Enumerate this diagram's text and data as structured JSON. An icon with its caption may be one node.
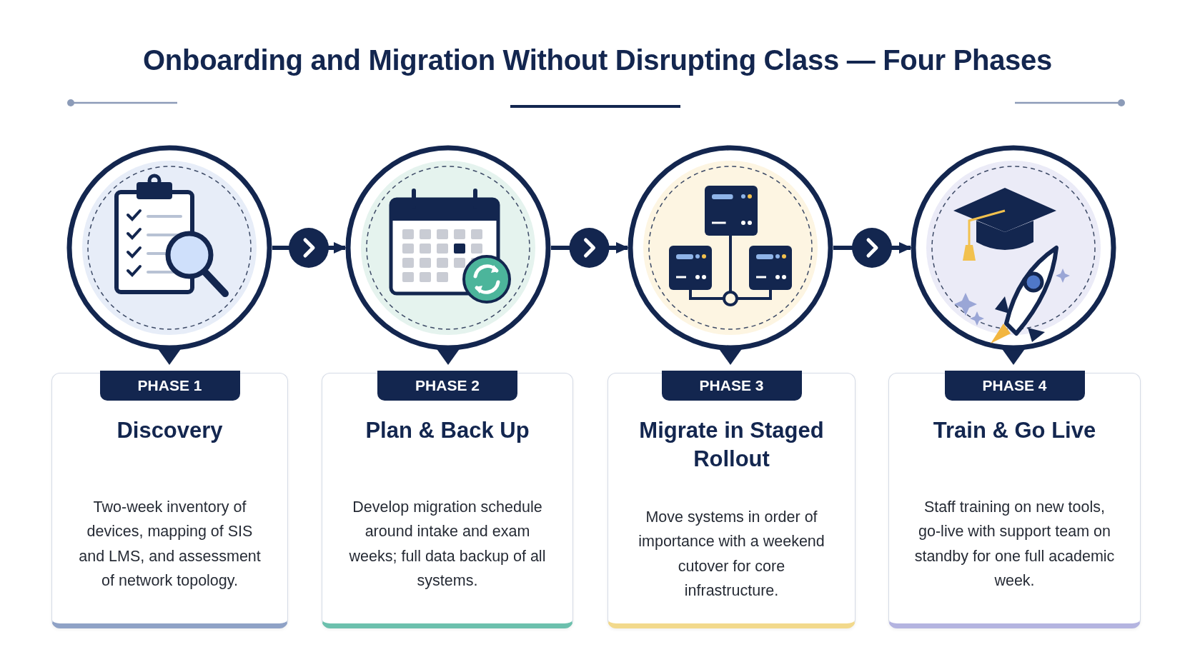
{
  "diagram": {
    "title": "Onboarding and Migration Without Disrupting Class — Four Phases",
    "nodes": [
      {
        "text": [],
        "shape": "circle"
      },
      {
        "text": [],
        "shape": "circle"
      },
      {
        "text": [],
        "shape": "circle"
      },
      {
        "text": [],
        "shape": "circle"
      },
      {
        "text": [
          "PHASE 1",
          "Discovery",
          "Two-week inventory of devices, mapping of SIS and LMS, and assessment of network topology."
        ]
      },
      {
        "text": [
          "PHASE 2",
          "Plan & Back Up",
          "Develop migration schedule around intake and exam weeks; full data backup of all systems."
        ]
      },
      {
        "text": [
          "PHASE 3",
          "Migrate in Staged Rollout",
          "Move systems in order of importance with a weekend cutover for core infrastructure."
        ]
      },
      {
        "text": [
          "PHASE 4",
          "Train & Go Live",
          "Staff training on new tools, go-live with support team on standby for one full academic week."
        ]
      }
    ],
    "edges": [
      {
        "from": 0,
        "to": 1,
        "arrow": "to"
      },
      {
        "from": 1,
        "to": 2,
        "arrow": "to"
      },
      {
        "from": 2,
        "to": 3,
        "arrow": "to"
      }
    ]
  }
}
